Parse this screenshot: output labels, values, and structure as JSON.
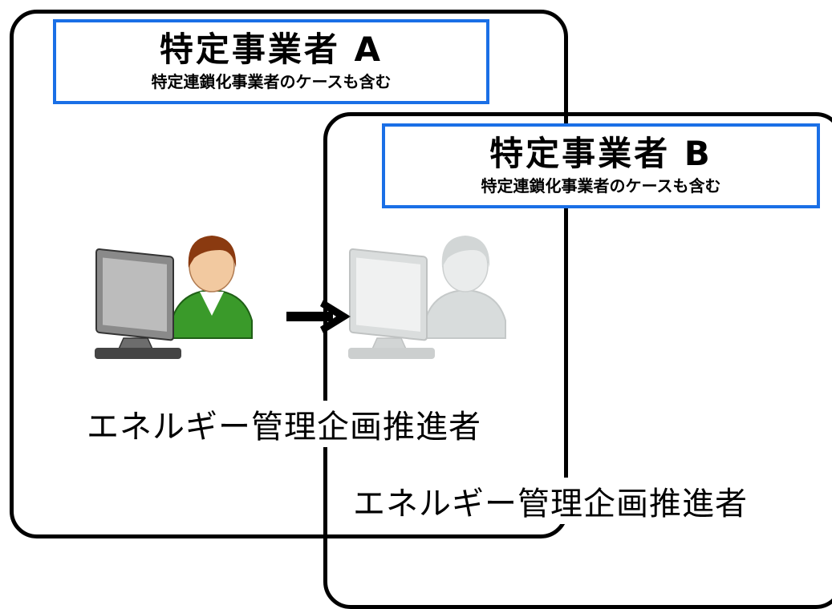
{
  "business_a": {
    "title": "特定事業者 A",
    "subtitle": "特定連鎖化事業者のケースも含む"
  },
  "business_b": {
    "title": "特定事業者 B",
    "subtitle": "特定連鎖化事業者のケースも含む"
  },
  "role_a": "エネルギー管理企画推進者",
  "role_b": "エネルギー管理企画推進者",
  "icons": {
    "person_a": "user-at-computer-icon",
    "person_b": "faded-user-at-computer-icon",
    "transfer": "arrow-right-icon"
  },
  "colors": {
    "label_border": "#1a6fe6",
    "frame": "#000000",
    "shirt": "#3a9a2a",
    "hair": "#8a3a10"
  }
}
